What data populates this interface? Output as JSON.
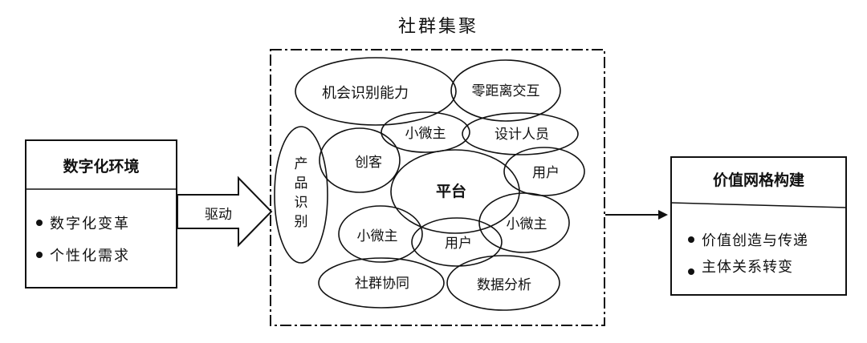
{
  "title": "社群集聚",
  "left_box": {
    "header": "数字化环境",
    "bullets": [
      "数字化变革",
      "个性化需求"
    ]
  },
  "arrow_label": "驱动",
  "ovals": {
    "opportunity": "机会识别能力",
    "zero_distance": "零距离交互",
    "micro_main_top": "小微主",
    "designers": "设计人员",
    "product_id": "产品识别",
    "maker": "创客",
    "platform": "平台",
    "user_right": "用户",
    "micro_main_left": "小微主",
    "user_bottom": "用户",
    "micro_main_right": "小微主",
    "community": "社群协同",
    "data_analysis": "数据分析"
  },
  "right_box": {
    "header": "价值网格构建",
    "bullets": [
      "价值创造与传递",
      "主体关系转变"
    ]
  }
}
